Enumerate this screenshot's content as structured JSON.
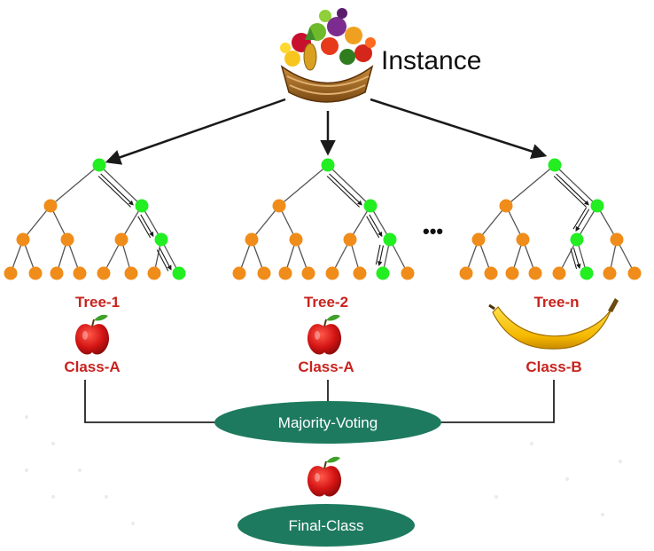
{
  "instance": {
    "label": "Instance",
    "icon": "fruit-basket-icon"
  },
  "trees": [
    {
      "label": "Tree-1",
      "prediction": "Class-A",
      "prediction_icon": "apple-icon"
    },
    {
      "label": "Tree-2",
      "prediction": "Class-A",
      "prediction_icon": "apple-icon"
    },
    {
      "label": "Tree-n",
      "prediction": "Class-B",
      "prediction_icon": "banana-icon"
    }
  ],
  "ellipsis": "•••",
  "voting": {
    "label": "Majority-Voting"
  },
  "final": {
    "label": "Final-Class",
    "icon": "apple-icon"
  },
  "colors": {
    "node": "#f08c1a",
    "active_node": "#22ee22",
    "edge": "#555555",
    "arrow": "#1a1a1a",
    "label_red": "#c8231e",
    "ellipse_green": "#1e7a5e",
    "ellipse_text": "#ffffff",
    "connector": "#222222"
  }
}
